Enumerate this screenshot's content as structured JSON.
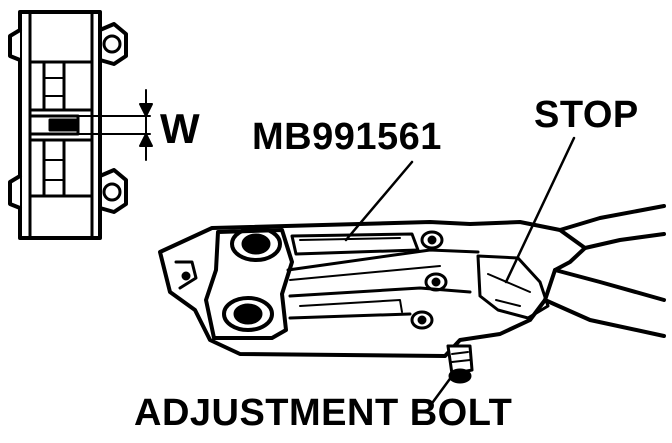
{
  "labels": {
    "width_symbol": "W",
    "tool_number": "MB991561",
    "stop": "STOP",
    "adjustment_bolt": "ADJUSTMENT BOLT"
  },
  "colors": {
    "ink": "#000000",
    "paper": "#ffffff"
  }
}
